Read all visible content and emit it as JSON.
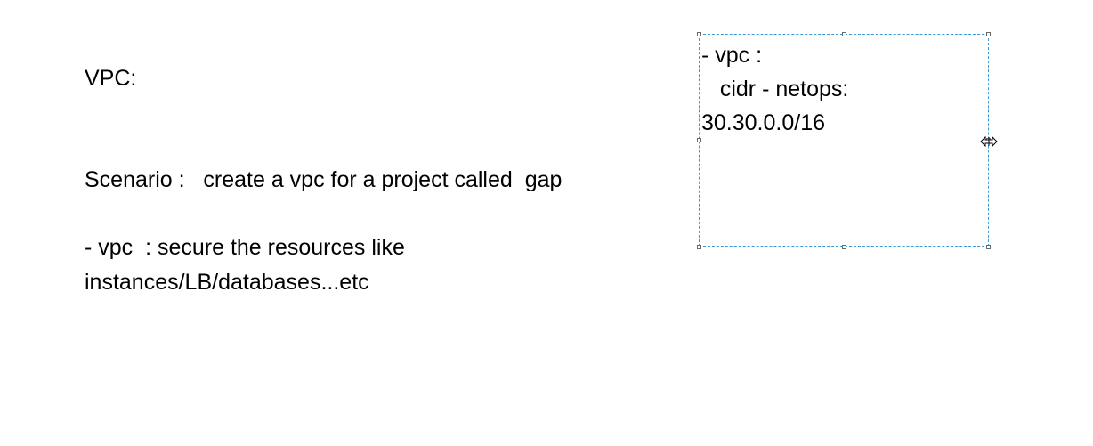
{
  "slide": {
    "title": "VPC:",
    "scenario": "Scenario :   create a vpc for a project called  gap",
    "vpc_line_1": "- vpc  : secure the resources like",
    "vpc_line_2": "instances/LB/databases...etc"
  },
  "textbox": {
    "line_1": "- vpc :",
    "line_2": "   cidr - netops:",
    "line_3": "30.30.0.0/16"
  },
  "colors": {
    "selection_border": "#3a9ad9",
    "text": "#000000",
    "background": "#ffffff"
  },
  "icons": {
    "cursor": "horizontal-resize-cursor-icon"
  }
}
